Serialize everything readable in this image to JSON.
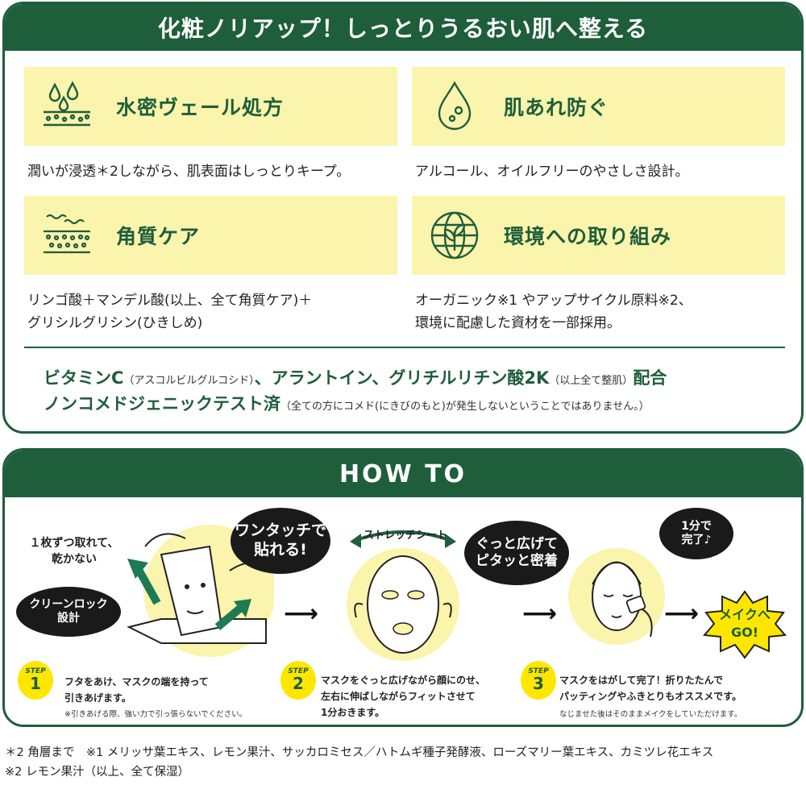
{
  "top": {
    "title": "化粧ノリアップ！しっとりうるおい肌へ整える",
    "features": [
      {
        "icon": "water-drops-skin-icon",
        "title": "水密ヴェール処方",
        "desc": "潤いが浸透＊2しながら、肌表面はしっとりキープ。"
      },
      {
        "icon": "water-drop-icon",
        "title": "肌あれ防ぐ",
        "desc": "アルコール、オイルフリーのやさしさ設計。"
      },
      {
        "icon": "skin-layers-icon",
        "title": "角質ケア",
        "desc": "リンゴ酸＋マンデル酸(以上、全て角質ケア)＋\nグリシルグリシン(ひきしめ)"
      },
      {
        "icon": "globe-leaf-icon",
        "title": "環境への取り組み",
        "desc": "オーガニック※1 やアップサイクル原料※2、\n環境に配慮した資材を一部採用。"
      }
    ],
    "info_line1": {
      "a": "ビタミンC",
      "a_note": "（アスコルビルグルコシド）",
      "b": "、アラントイン、グリチルリチン酸2K",
      "b_note": "（以上全て整肌）",
      "c": "配合"
    },
    "info_line2": {
      "a": "ノンコメドジェニックテスト済",
      "a_note": "（全ての方にコメド(にきびのもと)が発生しないということではありません。）"
    }
  },
  "how": {
    "title": "HOW TO",
    "scene1": {
      "label": "１枚ずつ取れて、\n乾かない",
      "bubble_main": "ワンタッチで\n貼れる!",
      "bubble_lock": "クリーンロック\n設計"
    },
    "scene2": {
      "stretch_label": "ストレッチシート",
      "bubble": "ぐっと広げて\nピタッと密着"
    },
    "scene3": {
      "bubble": "1分で\n完了♪"
    },
    "makeup_burst": "メイクへ\nGO!",
    "steps": [
      {
        "word": "STEP",
        "num": "1",
        "text": "フタをあけ、マスクの端を持って\n引きあげます。",
        "note": "※引きあげる際、強い力で引っ張らないでください。"
      },
      {
        "word": "STEP",
        "num": "2",
        "text": "マスクをぐっと広げながら顔にのせ、\n左右に伸ばしながらフィットさせて\n1分おきます。",
        "note": ""
      },
      {
        "word": "STEP",
        "num": "3",
        "text": "マスクをはがして完了！折りたたんで\nパッティングやふきとりもオススメです。",
        "note": "なじませた後はそのままメイクをしていただけます。"
      }
    ]
  },
  "footnotes": {
    "line1": "＊2 角層まで　※1 メリッサ葉エキス、レモン果汁、サッカロミセス／ハトムギ種子発酵液、ローズマリー葉エキス、カミツレ花エキス",
    "line2": "※2 レモン果汁（以上、全て保湿）"
  },
  "colors": {
    "green": "#1e5e3b",
    "yellow_panel": "#faf4ad",
    "yellow_badge": "#ffe600",
    "bubble": "#1a1a1a"
  }
}
